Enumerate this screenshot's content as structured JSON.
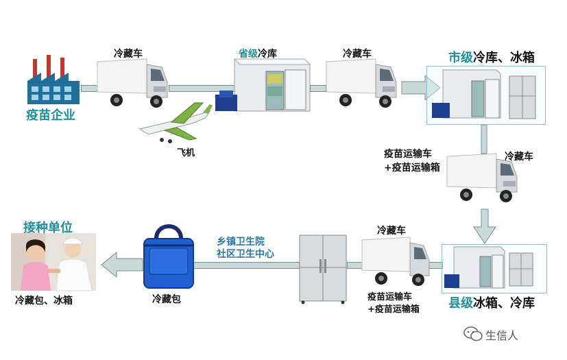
{
  "labels": {
    "factory": "疫苗企业",
    "truck1": "冷藏车",
    "province_prefix": "省级",
    "province_suffix": "冷库",
    "truck2": "冷藏车",
    "city_prefix": "市级",
    "city_suffix": "冷库、冰箱",
    "plane": "飞机",
    "transport_line1": "疫苗运输车",
    "transport_line2": "+疫苗运输箱",
    "truck3": "冷藏车",
    "truck4": "冷藏车",
    "county_prefix": "县级",
    "county_suffix": "冰箱、冷库",
    "transport2_line1": "疫苗运输车",
    "transport2_line2": "+疫苗运输箱",
    "township_line1": "乡镇卫生院",
    "township_line2": "社区卫生中心",
    "coolbag": "冷藏包",
    "site_title": "接种单位",
    "site_bottom": "冷藏包、冰箱"
  },
  "watermark": {
    "icon": "wechat-icon",
    "text": "生信人"
  },
  "colors": {
    "teal": "#1f8f9a",
    "pipe": "#c9d9da",
    "truck_body": "#f2f2f2",
    "truck_cab": "#d8dcdf",
    "box_frame": "#8fc3c8"
  }
}
